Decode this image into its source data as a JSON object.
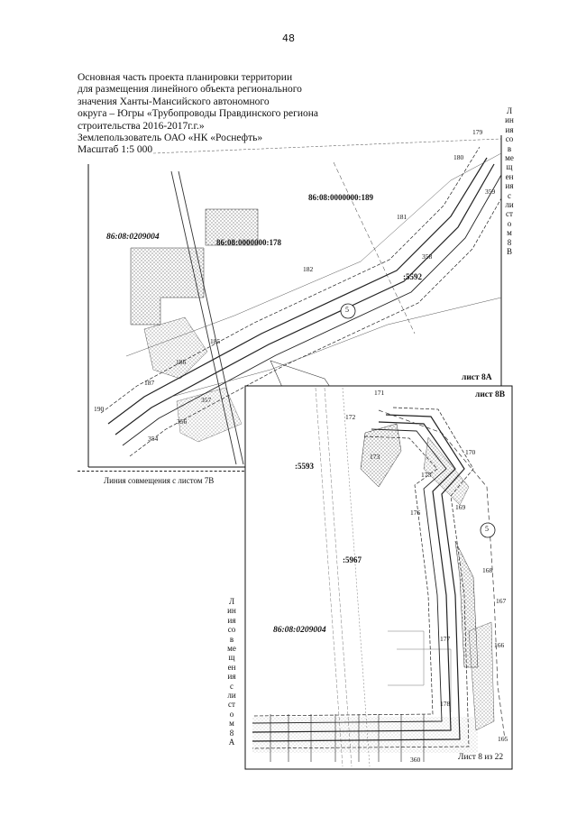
{
  "page_number": "48",
  "title_lines": [
    "Основная часть проекта планировки территории",
    "для размещения линейного объекта регионального",
    "значения Ханты-Мансийского автономного",
    "округа – Югры «Трубопроводы Правдинского региона",
    "строительства 2016-2017г.г.»",
    "Землепользователь ОАО «НК «Роснефть»",
    "Масштаб 1:5 000"
  ],
  "map1": {
    "parcel_labels": [
      "86:08:0000000:189",
      "86:08:0000000:178",
      "86:08:0209004",
      ":5592"
    ],
    "points": [
      "179",
      "180",
      "359",
      "181",
      "358",
      "182",
      "185",
      "186",
      "187",
      "357",
      "190",
      "356",
      "354"
    ],
    "pipeline_marker": "5",
    "sheet_label": "лист 8А",
    "side_caption": [
      "Л",
      "ин",
      "ия",
      "со",
      "в",
      "ме",
      "щ",
      "ен",
      "ия",
      "с",
      "ли",
      "ст",
      "о",
      "м",
      "8",
      "В"
    ]
  },
  "map1_footer": "Линия совмещения с листом 7В",
  "map2": {
    "parcel_labels": [
      ":5593",
      ":5967",
      "86:08:0209004"
    ],
    "points": [
      "171",
      "172",
      "173",
      "175",
      "170",
      "176",
      "169",
      "168",
      "167",
      "166",
      "177",
      "178",
      "165",
      "360"
    ],
    "pipeline_marker": "5",
    "sheet_label": "лист 8В",
    "side_caption": [
      "Л",
      "ин",
      "ия",
      "со",
      "в",
      "ме",
      "щ",
      "ен",
      "ия",
      "с",
      "ли",
      "ст",
      "о",
      "м",
      "8",
      "А"
    ]
  },
  "footer_sheet": "Лист 8 из 22"
}
